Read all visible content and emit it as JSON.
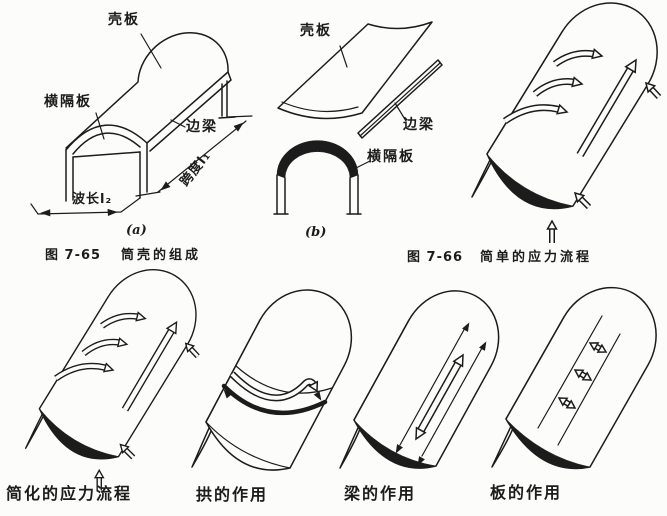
{
  "page": {
    "bg": "#fcfcfa",
    "ink": "#1c1c1c"
  },
  "fig_7_65": {
    "caption_no": "图 7-65",
    "caption_title": "筒壳的组成",
    "part_a": {
      "tag": "(a)",
      "shell_plate": "壳板",
      "diaphragm": "横隔板",
      "edge_beam": "边梁",
      "span": "跨度l₁",
      "wave_length": "波长l₂"
    },
    "part_b": {
      "tag": "(b)",
      "shell_plate": "壳板",
      "edge_beam": "边梁",
      "diaphragm": "横隔板"
    }
  },
  "fig_7_66": {
    "caption_no": "图 7-66",
    "caption_title": "简单的应力流程"
  },
  "bottom_row": {
    "labels": [
      "简化的应力流程",
      "拱的作用",
      "梁的作用",
      "板的作用"
    ]
  }
}
